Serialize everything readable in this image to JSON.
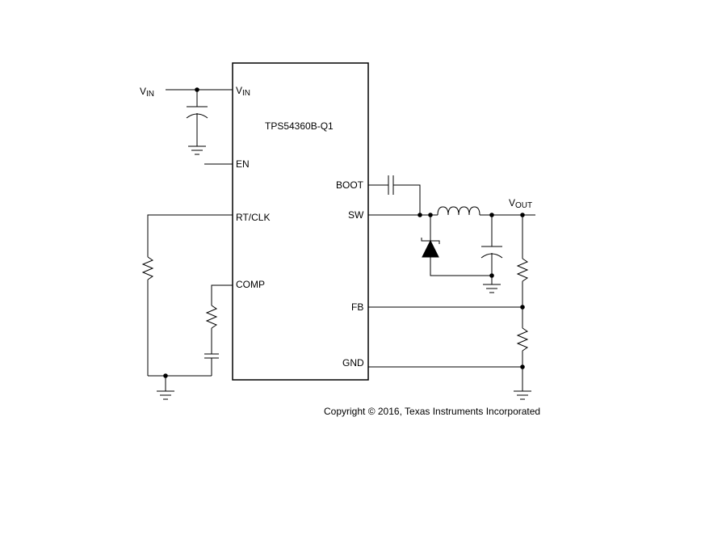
{
  "chip": {
    "name": "TPS54360B-Q1",
    "pins": {
      "vin_main": "V",
      "vin_sub": "IN",
      "en": "EN",
      "rt_clk": "RT/CLK",
      "comp": "COMP",
      "boot": "BOOT",
      "sw": "SW",
      "fb": "FB",
      "gnd": "GND"
    }
  },
  "nets": {
    "vin_main": "V",
    "vin_sub": "IN",
    "vout_main": "V",
    "vout_sub": "OUT"
  },
  "footer": {
    "copyright": "Copyright © 2016, Texas Instruments Incorporated"
  }
}
